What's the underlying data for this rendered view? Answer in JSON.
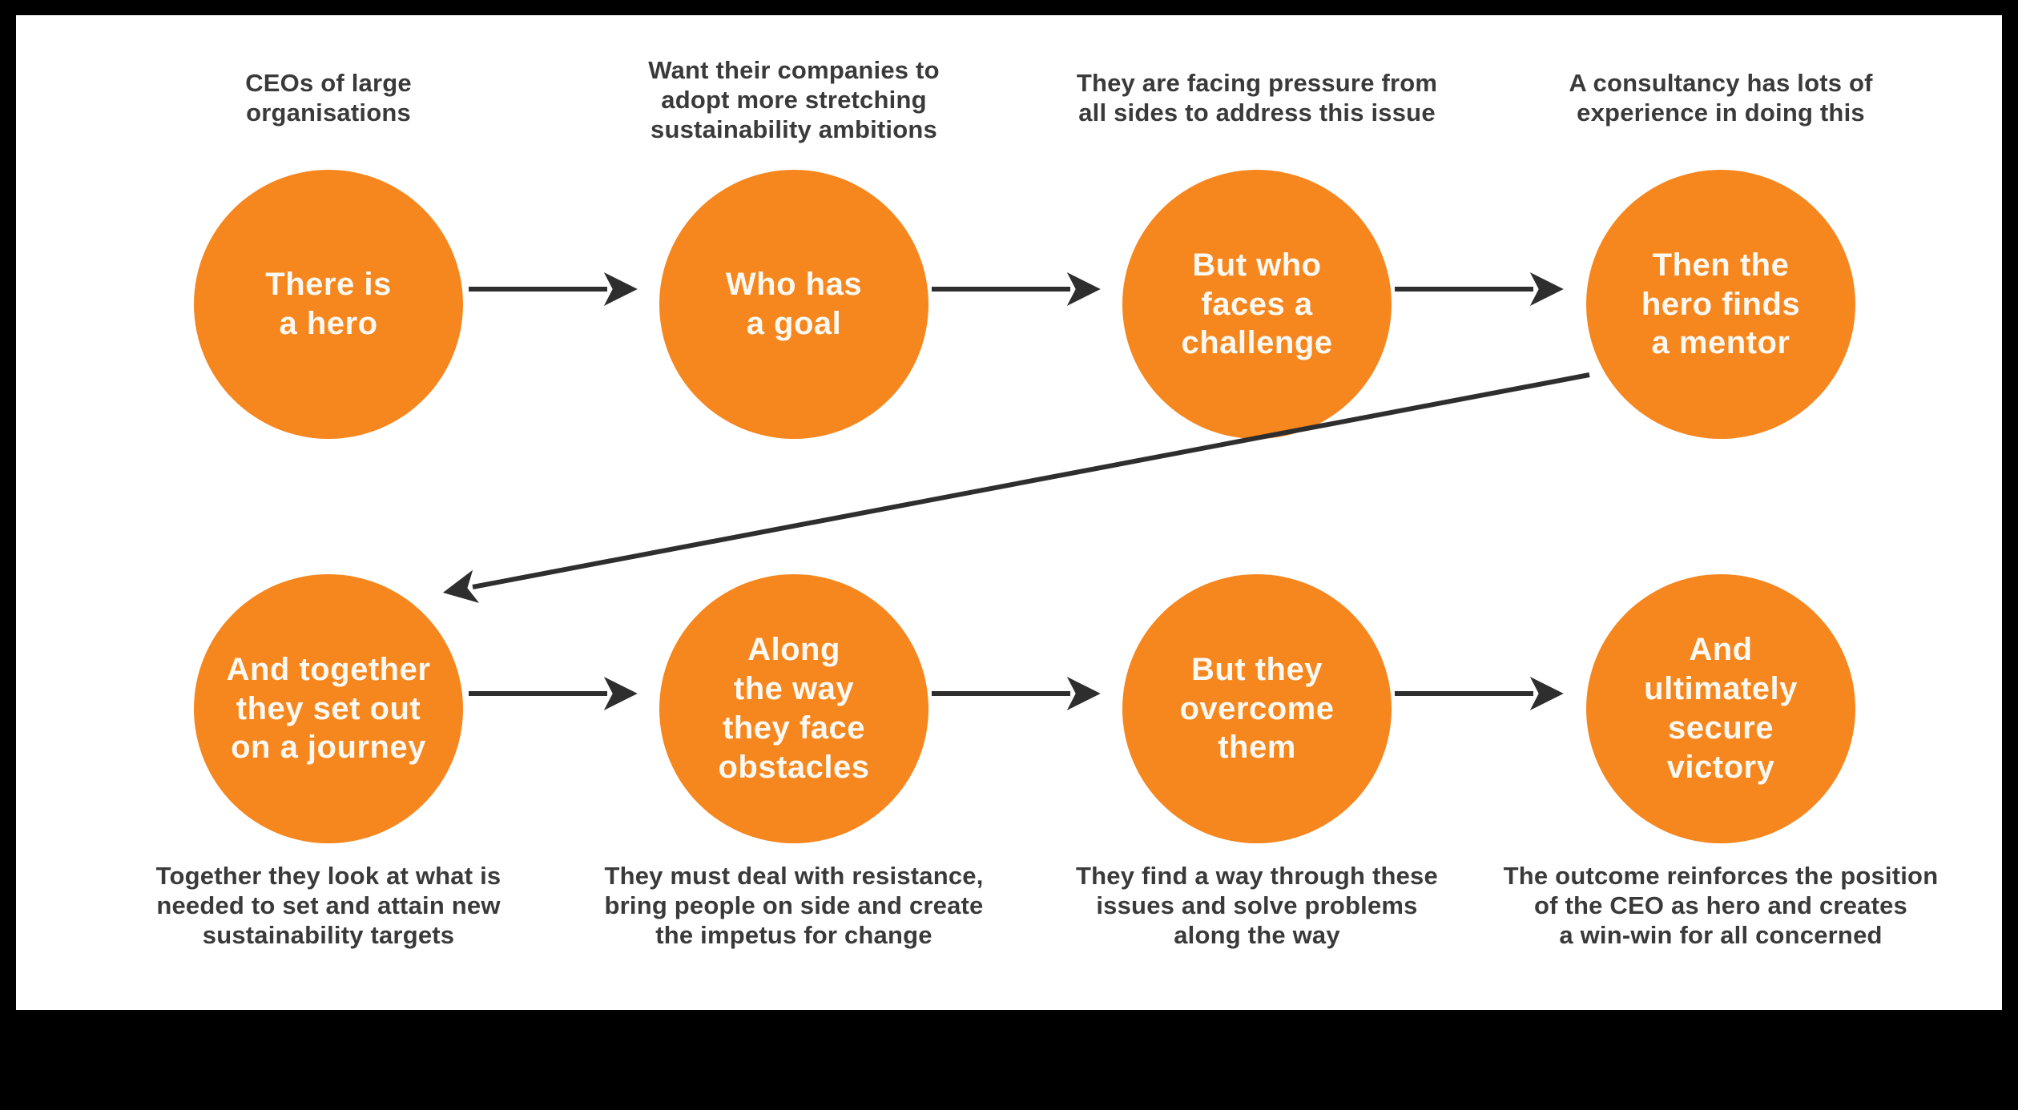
{
  "colors": {
    "circle_fill": "#F6861E",
    "circle_text": "#FCF9F3",
    "annotation_text": "#3A3A3A",
    "arrow": "#2E2E2E",
    "panel_background": "#FFFFFF",
    "page_background": "#000000"
  },
  "steps": [
    {
      "label": "There is\na hero",
      "annotation": "CEOs of large\norganisations",
      "annotation_position": "above"
    },
    {
      "label": "Who has\na goal",
      "annotation": "Want their companies to\nadopt more stretching\nsustainability ambitions",
      "annotation_position": "above"
    },
    {
      "label": "But who\nfaces a\nchallenge",
      "annotation": "They are facing pressure from\nall sides to address this issue",
      "annotation_position": "above"
    },
    {
      "label": "Then the\nhero finds\na mentor",
      "annotation": "A consultancy has lots of\nexperience in doing this",
      "annotation_position": "above"
    },
    {
      "label": "And together\nthey set out\non a journey",
      "annotation": "Together they look at what is\nneeded to set and attain new\nsustainability targets",
      "annotation_position": "below"
    },
    {
      "label": "Along\nthe way\nthey face\nobstacles",
      "annotation": "They must deal with resistance,\nbring people on side and create\nthe impetus for change",
      "annotation_position": "below"
    },
    {
      "label": "But they\novercome\nthem",
      "annotation": "They find a way through these\nissues and solve problems\nalong the way",
      "annotation_position": "below"
    },
    {
      "label": "And\nultimately\nsecure\nvictory",
      "annotation": "The outcome reinforces the position\nof the CEO as hero and creates\na win-win for all concerned",
      "annotation_position": "below"
    }
  ],
  "flow": {
    "connections": [
      "1-2",
      "2-3",
      "3-4",
      "4-5",
      "5-6",
      "6-7",
      "7-8"
    ]
  }
}
